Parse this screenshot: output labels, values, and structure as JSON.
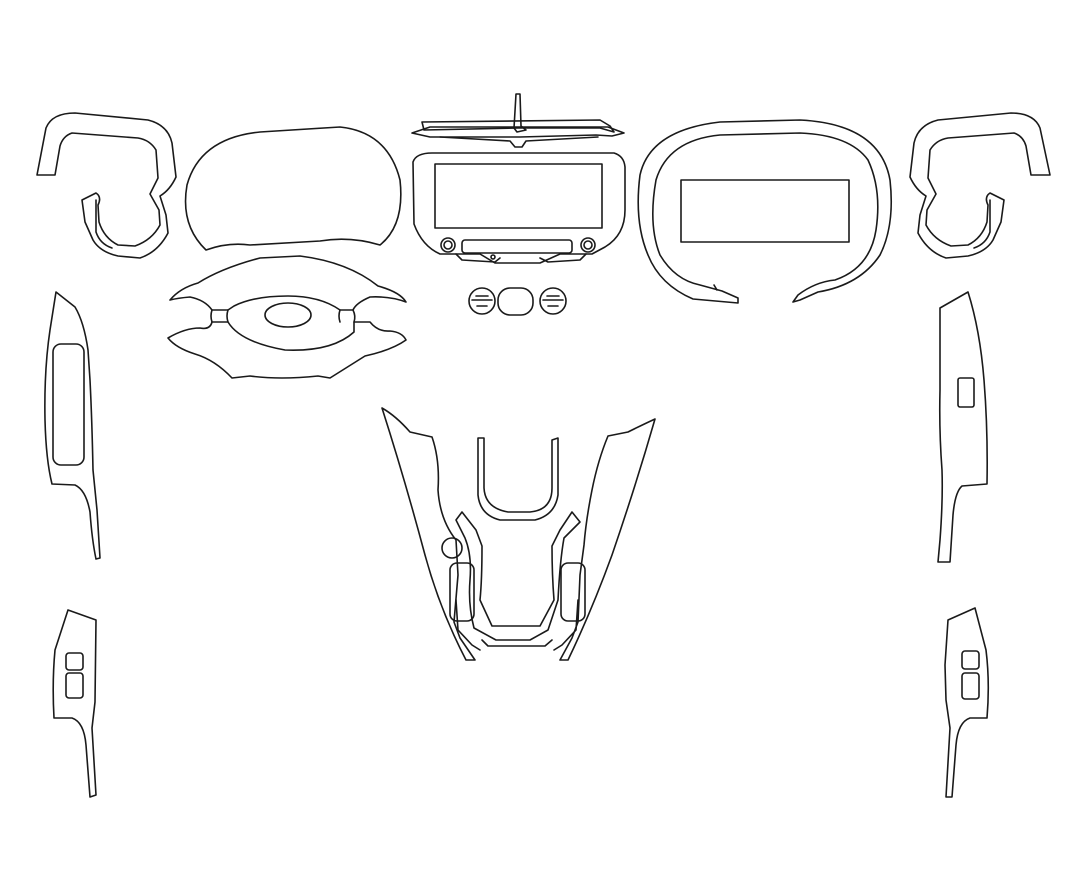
{
  "diagram": {
    "background": "#ffffff",
    "outline_color": "#1a1a1a",
    "parts": [
      "left-upper-vent-trim",
      "instrument-cluster-hood",
      "top-dash-strip",
      "center-screen-bezel",
      "right-screen-surround",
      "right-upper-vent-trim",
      "steering-wheel-trim",
      "control-knobs",
      "left-door-panel-trim",
      "right-door-panel-trim",
      "center-console-trim",
      "left-window-switch-trim",
      "right-window-switch-trim"
    ]
  }
}
